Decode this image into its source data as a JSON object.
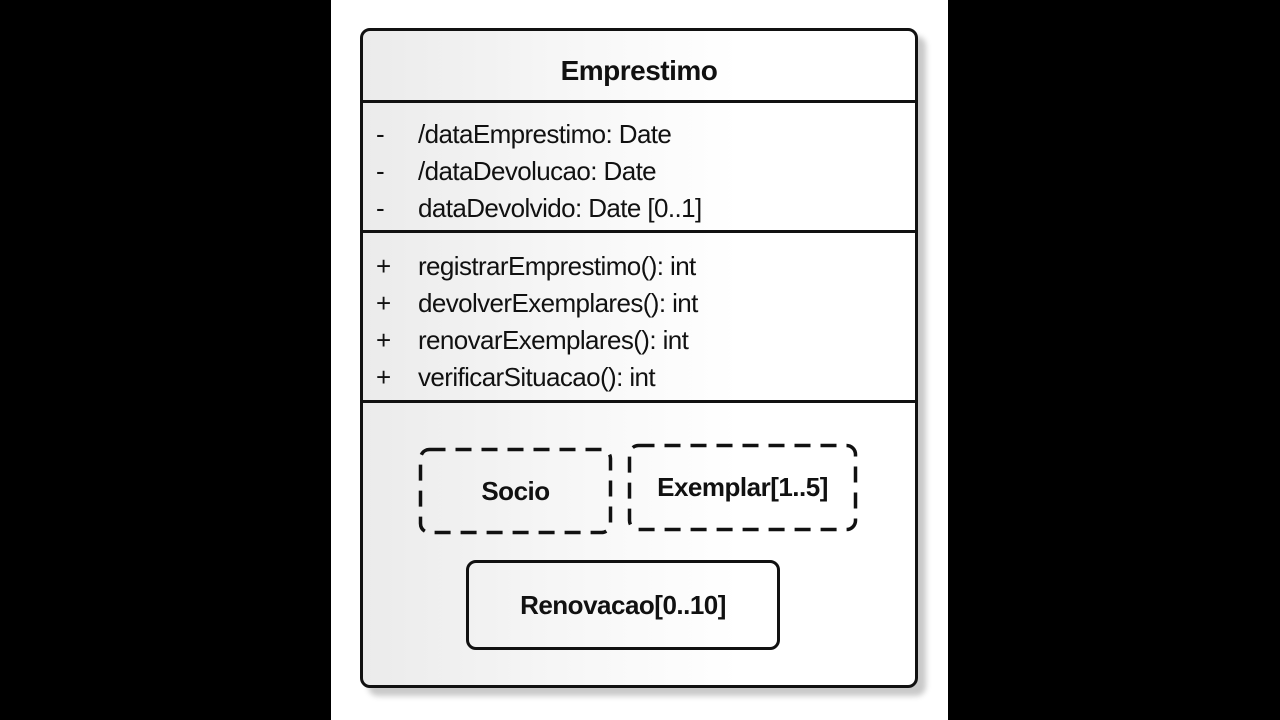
{
  "colors": {
    "canvas_bg": "#000000",
    "panel_bg": "#ffffff",
    "node_border": "#111111",
    "fill_left": "#ebebeb",
    "fill_right": "#ffffff",
    "text_color": "#111111",
    "shadow_color": "#c9c9c9"
  },
  "uml_class": {
    "title": "Emprestimo",
    "attributes": [
      {
        "visibility": "-",
        "text": "/dataEmprestimo: Date"
      },
      {
        "visibility": "-",
        "text": "/dataDevolucao: Date"
      },
      {
        "visibility": "-",
        "text": "dataDevolvido: Date [0..1]"
      }
    ],
    "methods": [
      {
        "visibility": "+",
        "text": "registrarEmprestimo(): int"
      },
      {
        "visibility": "+",
        "text": "devolverExemplares(): int"
      },
      {
        "visibility": "+",
        "text": "renovarExemplares(): int"
      },
      {
        "visibility": "+",
        "text": "verificarSituacao(): int"
      }
    ],
    "nested_nodes": [
      {
        "label": "Socio",
        "border_style": "dashed"
      },
      {
        "label": "Exemplar[1..5]",
        "border_style": "dashed"
      },
      {
        "label": "Renovacao[0..10]",
        "border_style": "solid"
      }
    ]
  }
}
